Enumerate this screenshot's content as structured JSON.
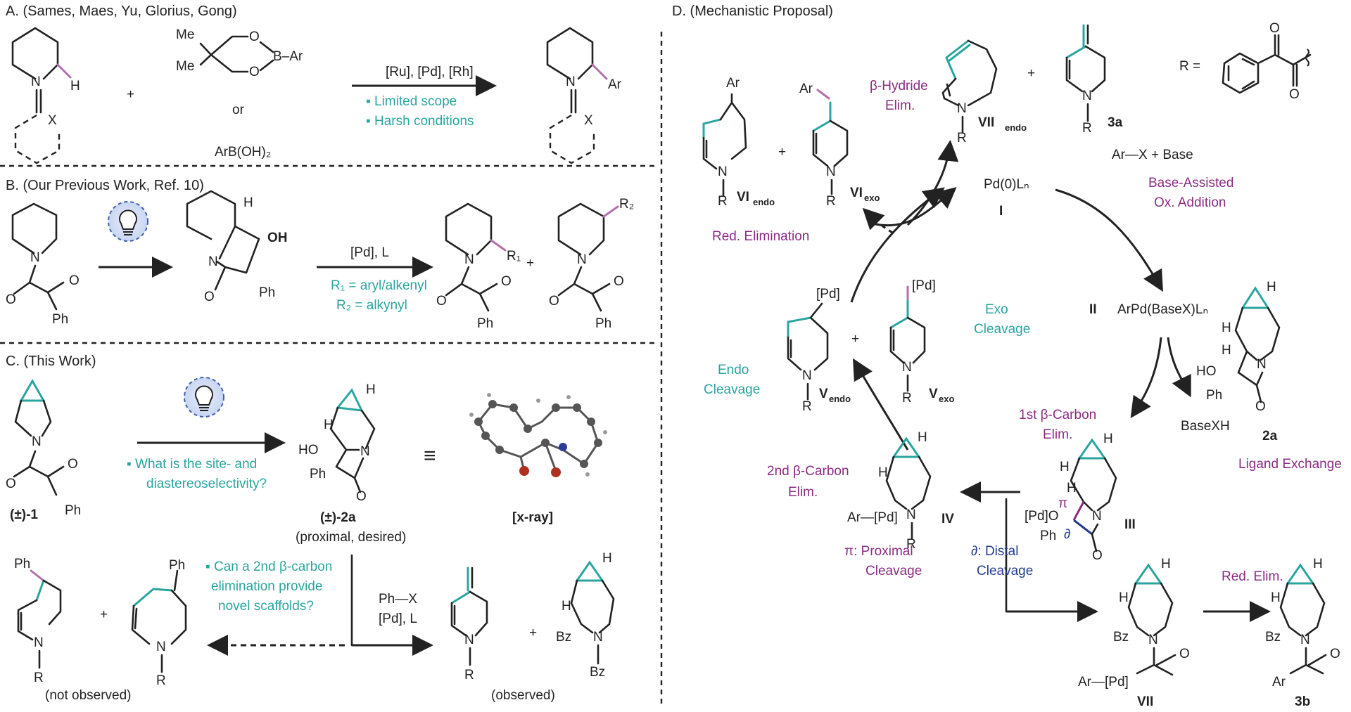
{
  "sectionA": {
    "title": "A. (Sames, Maes, Yu, Glorius, Gong)",
    "plus": "+",
    "or": "or",
    "me1": "Me",
    "me2": "Me",
    "boronic_ester_ar": "B–Ar",
    "boronic_acid": "ArB(OH)₂",
    "catalysts": "[Ru], [Pd], [Rh]",
    "note1": "▪ Limited scope",
    "note2": "▪ Harsh conditions",
    "h": "H",
    "ar": "Ar",
    "x1": "X",
    "x2": "X"
  },
  "sectionB": {
    "title": "B. (Our Previous Work, Ref. 10)",
    "reagents": "[Pd], L",
    "r1_line": "R₁ = aryl/alkenyl",
    "r2_line": "R₂ = alkynyl",
    "plus": "+",
    "ph": "Ph",
    "oh": "OH",
    "r1": "R₁",
    "r2": "R₂"
  },
  "sectionC": {
    "title": "C. (This Work)",
    "question1a": "▪ What is the site- and",
    "question1b": "diastereoselectivity?",
    "sm_label": "(±)-1",
    "product_label": "(±)-2a",
    "product_sub": "(proximal, desired)",
    "xray": "[x-ray]",
    "equiv": "≡",
    "question2a": "▪ Can a 2nd β-carbon",
    "question2b": "elimination provide",
    "question2c": "novel scaffolds?",
    "reagent_a": "Ph—X",
    "reagent_b": "[Pd], L",
    "not_observed": "(not observed)",
    "observed": "(observed)",
    "plus": "+",
    "bz": "Bz",
    "ph": "Ph",
    "r": "R"
  },
  "sectionD": {
    "title": "D. (Mechanistic Proposal)",
    "r_eq": "R =",
    "pd0": "Pd(0)Lₙ",
    "pd0_label": "I",
    "arx": "Ar—X  +  Base",
    "base_assisted_a": "Base-Assisted",
    "base_assisted_b": "Ox. Addition",
    "intermediate_II_label": "II",
    "intermediate_II": "ArPd(BaseX)Lₙ",
    "basexh": "BaseXH",
    "label_2a": "2a",
    "ligand_exchange": "Ligand Exchange",
    "beta1a": "1st β-Carbon",
    "beta1b": "Elim.",
    "label_III": "III",
    "pi_label": "π",
    "partial_label": "∂",
    "beta2a": "2nd β-Carbon",
    "beta2b": "Elim.",
    "label_IV": "IV",
    "proximal_a": "π: Proximal",
    "proximal_b": "Cleavage",
    "distal_a": "∂: Distal",
    "distal_b": "Cleavage",
    "label_VII": "VII",
    "label_3b": "3b",
    "red_elim_small": "Red. Elim.",
    "endo_a": "Endo",
    "endo_b": "Cleavage",
    "exo_a": "Exo",
    "exo_b": "Cleavage",
    "label_Vendo": "V",
    "sub_endo": "endo",
    "label_Vexo": "V",
    "sub_exo": "exo",
    "red_elimination": "Red. Elimination",
    "label_VIendo": "VI",
    "label_VIexo": "VI",
    "beta_hydride_a": "β-Hydride",
    "beta_hydride_b": "Elim.",
    "label_VIIendo": "VII",
    "label_3a": "3a",
    "plus": "+",
    "pd": "[Pd]",
    "ar_pd": "Ar—[Pd]",
    "pdo": "[Pd]O",
    "ar": "Ar",
    "ph": "Ph",
    "r": "R",
    "n": "N",
    "h": "H",
    "ho": "HO",
    "bz": "Bz"
  },
  "colors": {
    "teal": "#2aa59f",
    "purple": "#8a2c82",
    "blue": "#243c8f",
    "pink_bond": "#b070aa",
    "lightbulb_glow": "#c9d6f2"
  }
}
